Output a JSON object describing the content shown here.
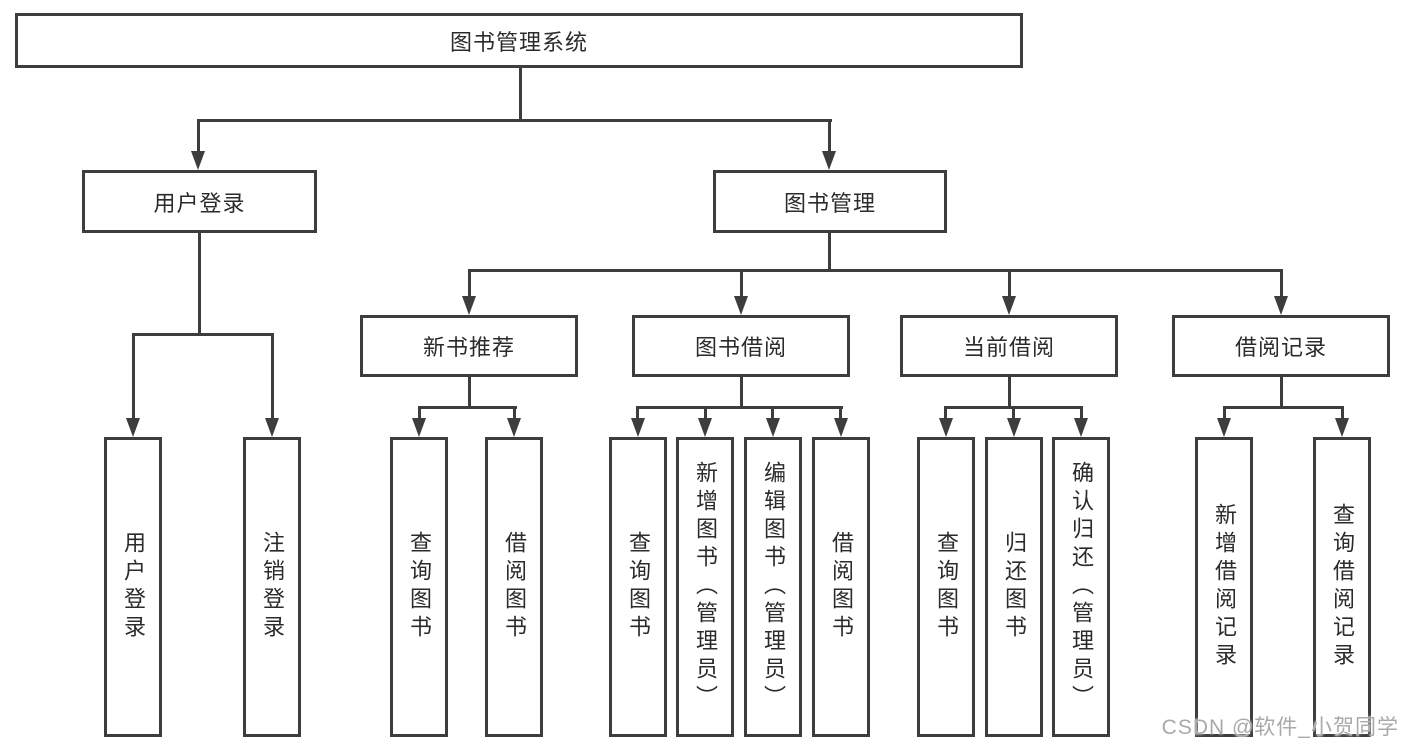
{
  "diagram": {
    "root": {
      "label": "图书管理系统"
    },
    "user_login": {
      "label": "用户登录",
      "children": [
        {
          "label": "用户登录"
        },
        {
          "label": "注销登录"
        }
      ]
    },
    "book_mgmt": {
      "label": "图书管理"
    },
    "modules": [
      {
        "label": "新书推荐",
        "children": [
          {
            "label": "查询图书"
          },
          {
            "label": "借阅图书"
          }
        ]
      },
      {
        "label": "图书借阅",
        "children": [
          {
            "label": "查询图书"
          },
          {
            "label": "新增图书（管理员）"
          },
          {
            "label": "编辑图书（管理员）"
          },
          {
            "label": "借阅图书"
          }
        ]
      },
      {
        "label": "当前借阅",
        "children": [
          {
            "label": "查询图书"
          },
          {
            "label": "归还图书"
          },
          {
            "label": "确认归还（管理员）"
          }
        ]
      },
      {
        "label": "借阅记录",
        "children": [
          {
            "label": "新增借阅记录"
          },
          {
            "label": "查询借阅记录"
          }
        ]
      }
    ]
  },
  "watermark": "CSDN @软件_小贺同学",
  "colors": {
    "line": "#3d3d3d",
    "text": "#2b2b2b",
    "watermark": "#a9a9a9"
  }
}
